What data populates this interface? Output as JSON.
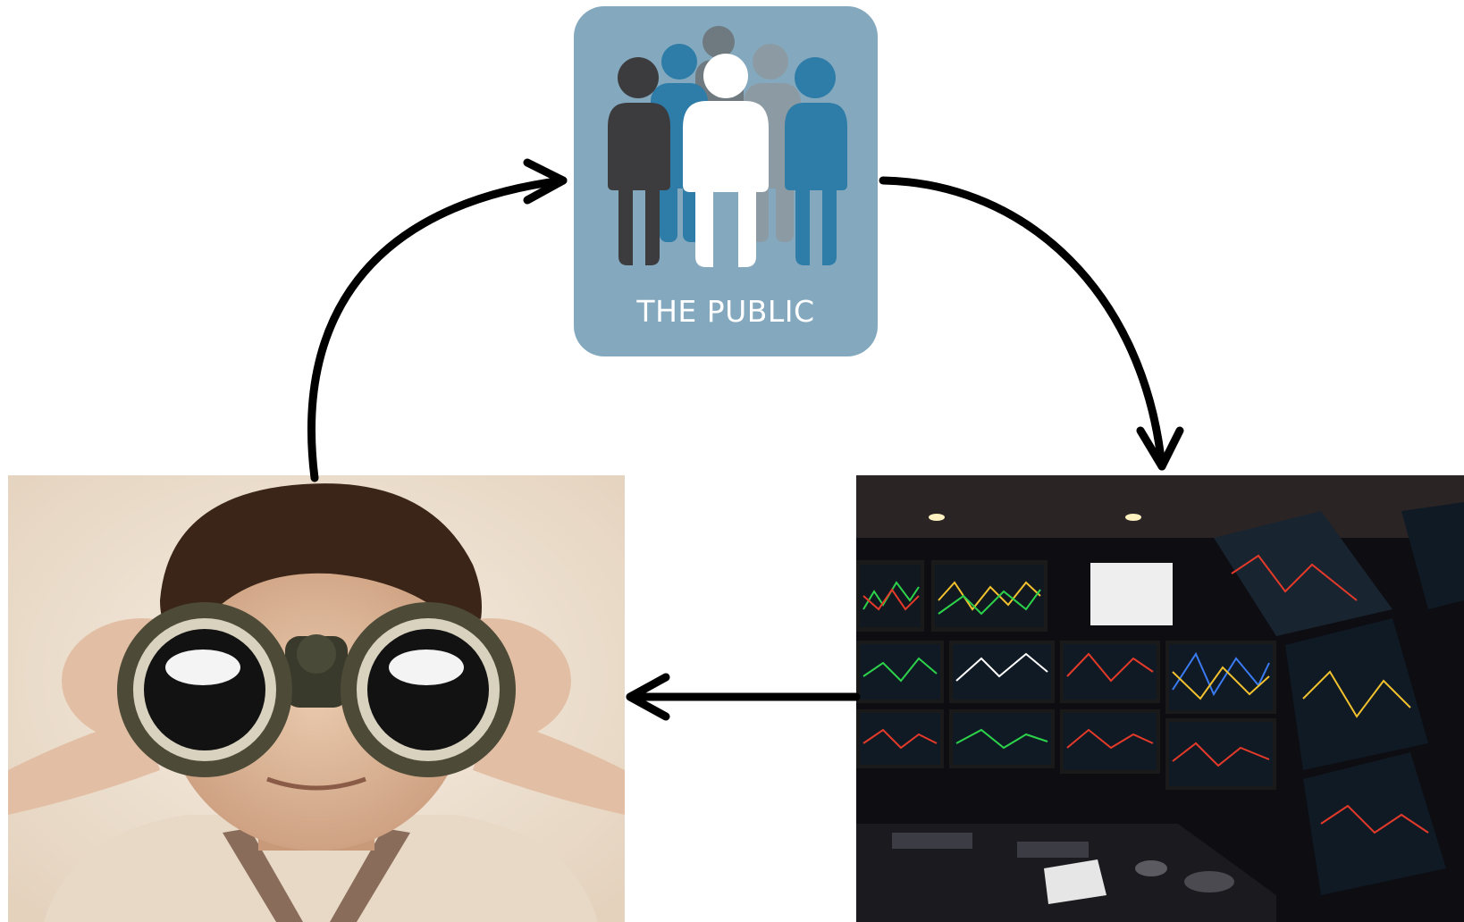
{
  "diagram": {
    "type": "cycle",
    "nodes": {
      "public": {
        "label": "THE PUBLIC",
        "icon": "crowd-of-people-icon",
        "colors": {
          "background": "#84a9be",
          "dark_figure": "#3c3c3e",
          "blue_figure": "#2e7ca8",
          "gray_figure": "#8c9ba3",
          "white_figure": "#ffffff"
        }
      },
      "observer": {
        "label": "",
        "image": "person-looking-through-binoculars"
      },
      "trading": {
        "label": "",
        "image": "trading-desk-with-many-monitors"
      }
    },
    "edges": [
      {
        "from": "observer",
        "to": "public",
        "direction": "clockwise"
      },
      {
        "from": "public",
        "to": "trading",
        "direction": "clockwise"
      },
      {
        "from": "trading",
        "to": "observer",
        "direction": "leftward"
      }
    ],
    "arrow_color": "#000000"
  }
}
